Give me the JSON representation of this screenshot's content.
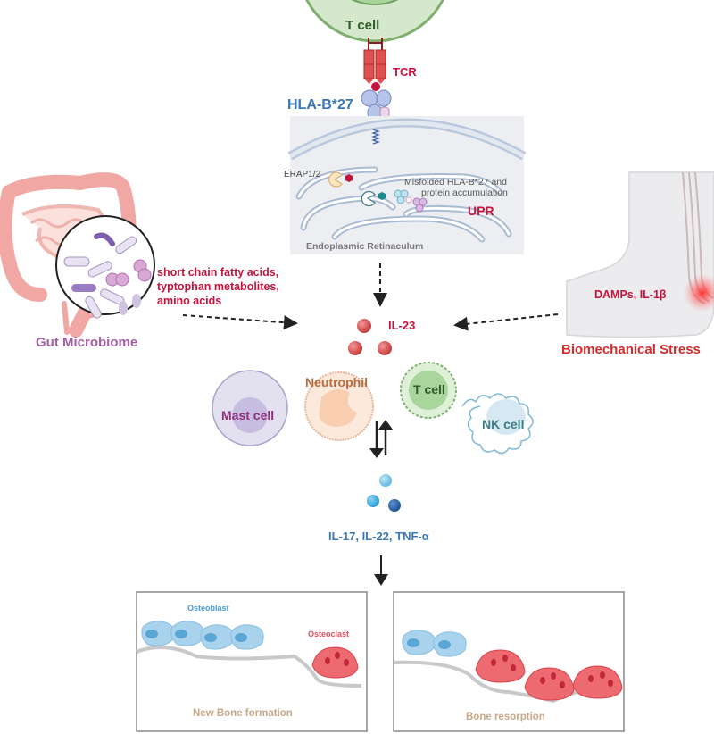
{
  "colors": {
    "accent_red": "#c8123c",
    "hla_blue": "#3a78b5",
    "gut_purple": "#a55fa5",
    "stress_red": "#d42c2c",
    "tcell_green": "#2f5a2a",
    "neutrophil_brown": "#b86a3a",
    "mast_purple": "#8c2f7a",
    "nk_teal": "#3d7d86",
    "cytokine_blue": "#3a78b5",
    "bone_label_tan": "#c7a98a",
    "osteoblast_blue": "#4a9bd0",
    "osteoclast_red": "#e0505a"
  },
  "top": {
    "tcell_label": "T cell",
    "tcr_label": "TCR",
    "hla_label": "HLA-B*27",
    "erap_label": "ERAP1/2",
    "misfolded_label_line1": "Misfolded HLA-B*27 and",
    "misfolded_label_line2": "protein accumulation",
    "upr_label": "UPR",
    "er_label": "Endoplasmic Retinaculum"
  },
  "left": {
    "metabolites_line1": "short chain fatty acids,",
    "metabolites_line2": "typtophan metabolites,",
    "metabolites_line3": "amino acids",
    "gut_label": "Gut Microbiome"
  },
  "right": {
    "damps_label": "DAMPs, IL-1β",
    "stress_label": "Biomechanical Stress"
  },
  "center": {
    "il23_label": "IL-23",
    "neutrophil_label": "Neutrophil",
    "tcell_label": "T cell",
    "mast_label": "Mast cell",
    "nk_label": "NK cell",
    "cytokines_label": "IL-17, IL-22, TNF-α"
  },
  "bottom": {
    "left_panel": {
      "osteoblast_label": "Osteoblast",
      "osteoclast_label": "Osteoclast",
      "caption": "New Bone formation"
    },
    "right_panel": {
      "caption": "Bone resorption"
    }
  }
}
